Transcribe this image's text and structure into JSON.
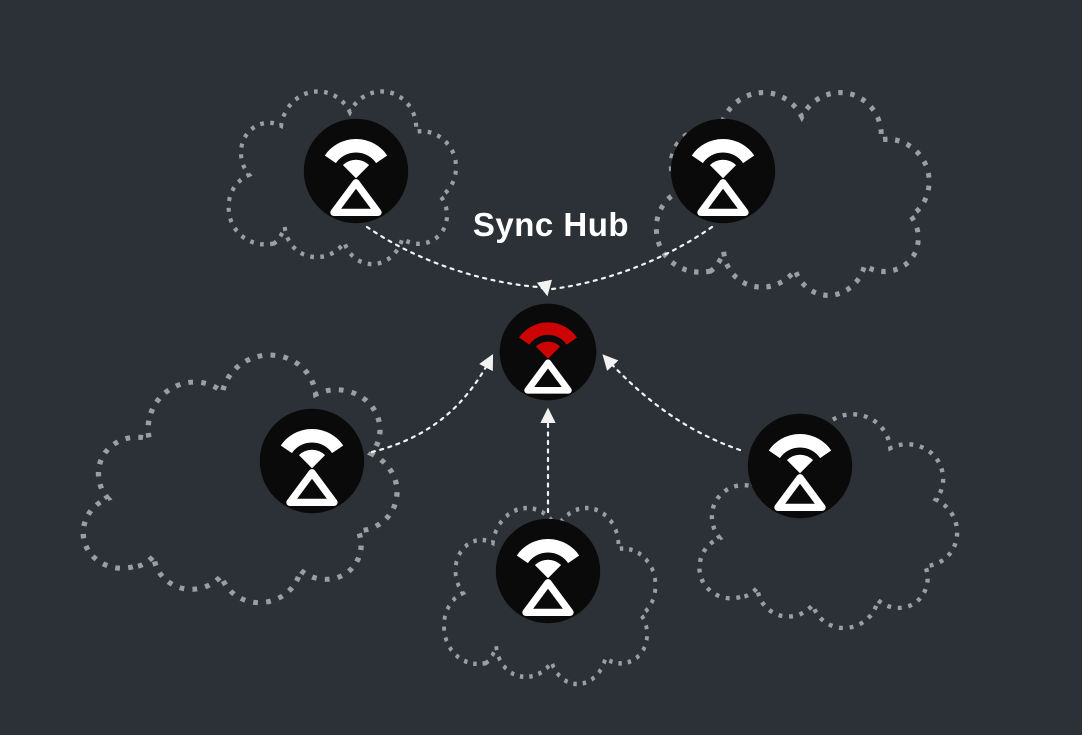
{
  "diagram": {
    "title": "Sync Hub",
    "background_color": "#2b3136",
    "colors": {
      "cloud_outline": "#9b9fa2",
      "arrow": "#f2f2f2",
      "node_fill": "#0a0a0a",
      "icon_white": "#ffffff",
      "hub_accent": "#cc0404",
      "label_text": "#ffffff"
    },
    "hub": {
      "id": "sync-hub",
      "icon": "broadcast-device-icon"
    },
    "satellites": [
      {
        "id": "top-left",
        "icon": "broadcast-device-icon"
      },
      {
        "id": "top-right",
        "icon": "broadcast-device-icon"
      },
      {
        "id": "mid-left",
        "icon": "broadcast-device-icon"
      },
      {
        "id": "mid-right",
        "icon": "broadcast-device-icon"
      },
      {
        "id": "bottom",
        "icon": "broadcast-device-icon"
      }
    ]
  }
}
